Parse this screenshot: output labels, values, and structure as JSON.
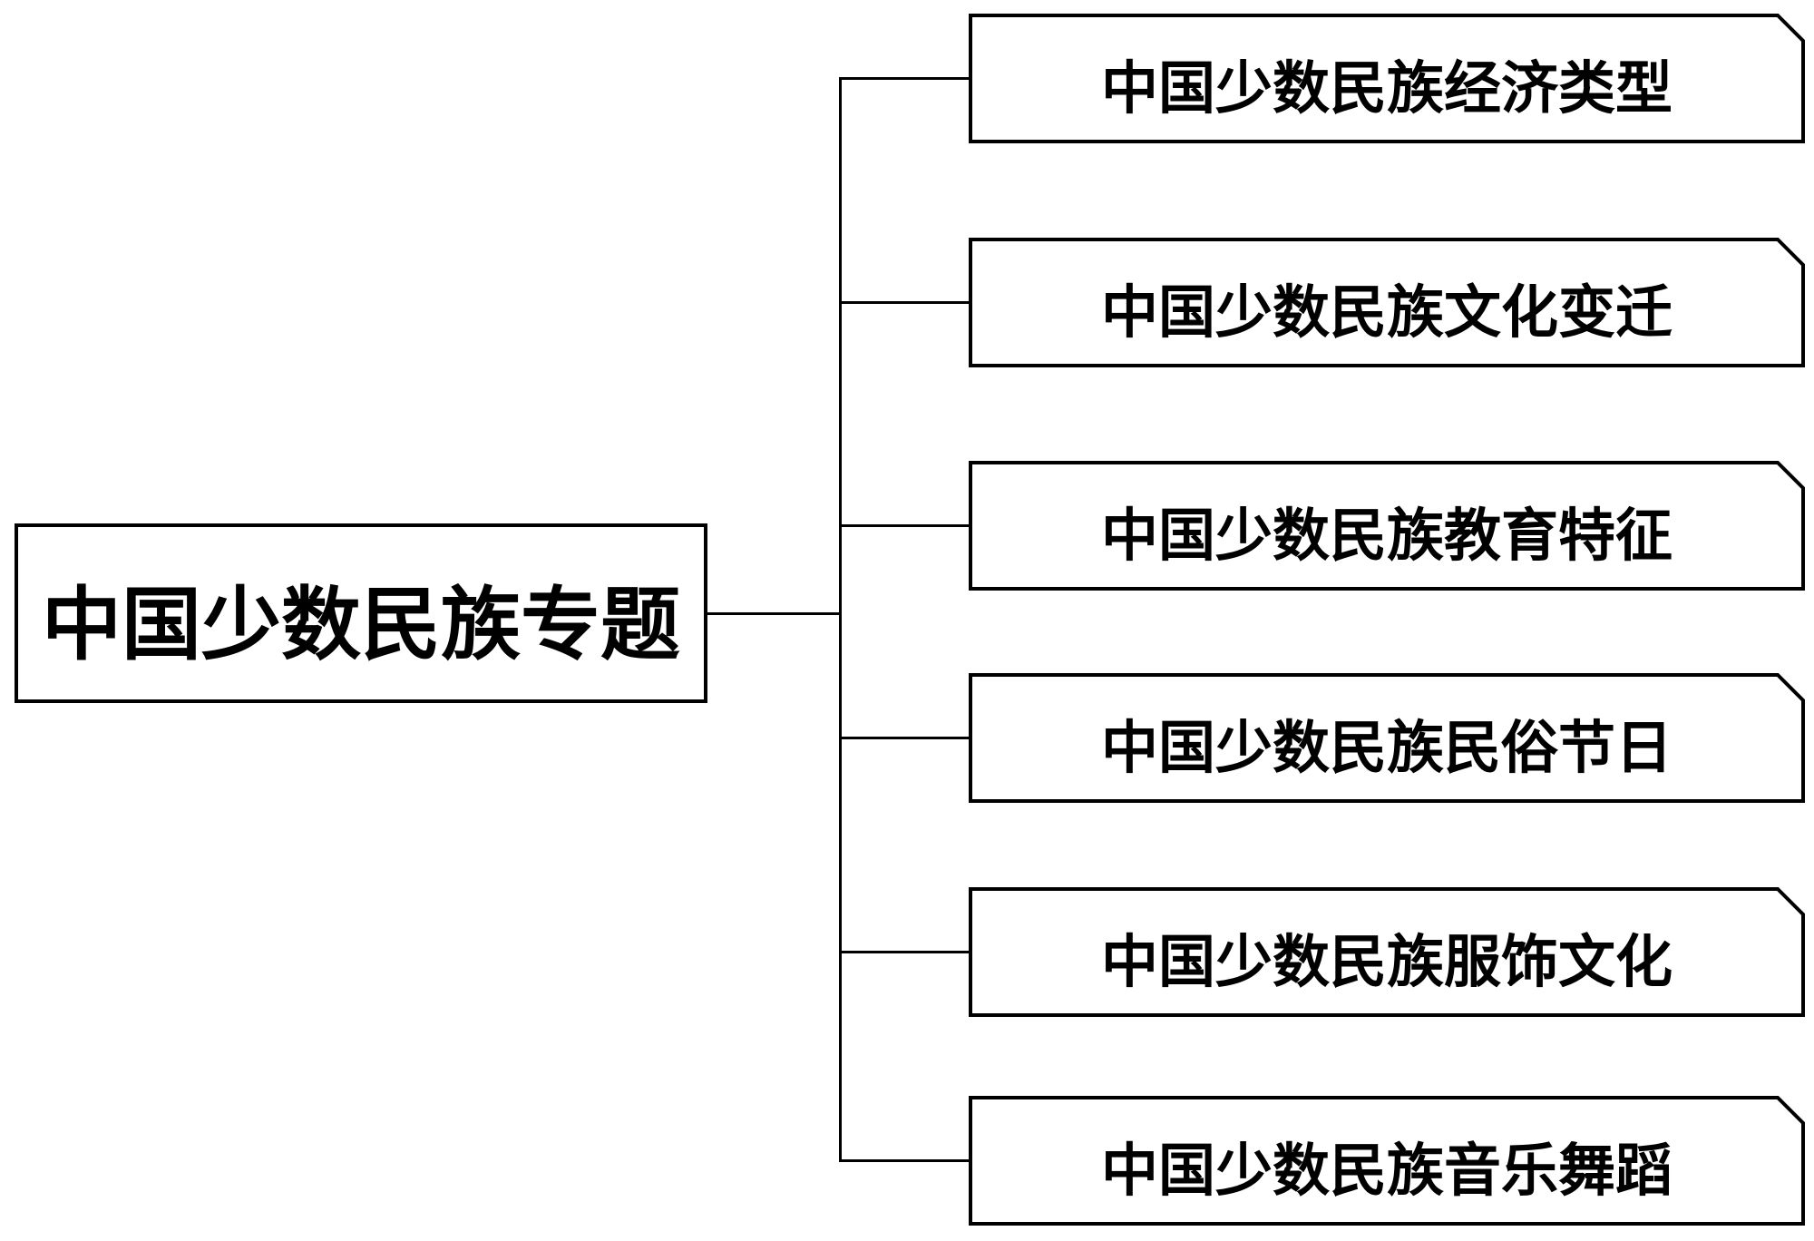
{
  "diagram": {
    "root": {
      "label": "中国少数民族专题"
    },
    "children": [
      {
        "label": "中国少数民族经济类型"
      },
      {
        "label": "中国少数民族文化变迁"
      },
      {
        "label": "中国少数民族教育特征"
      },
      {
        "label": "中国少数民族民俗节日"
      },
      {
        "label": "中国少数民族服饰文化"
      },
      {
        "label": "中国少数民族音乐舞蹈"
      }
    ],
    "colors": {
      "line": "#000000",
      "box_fill": "#ffffff",
      "background": "#ffffff",
      "text": "#000000"
    }
  }
}
